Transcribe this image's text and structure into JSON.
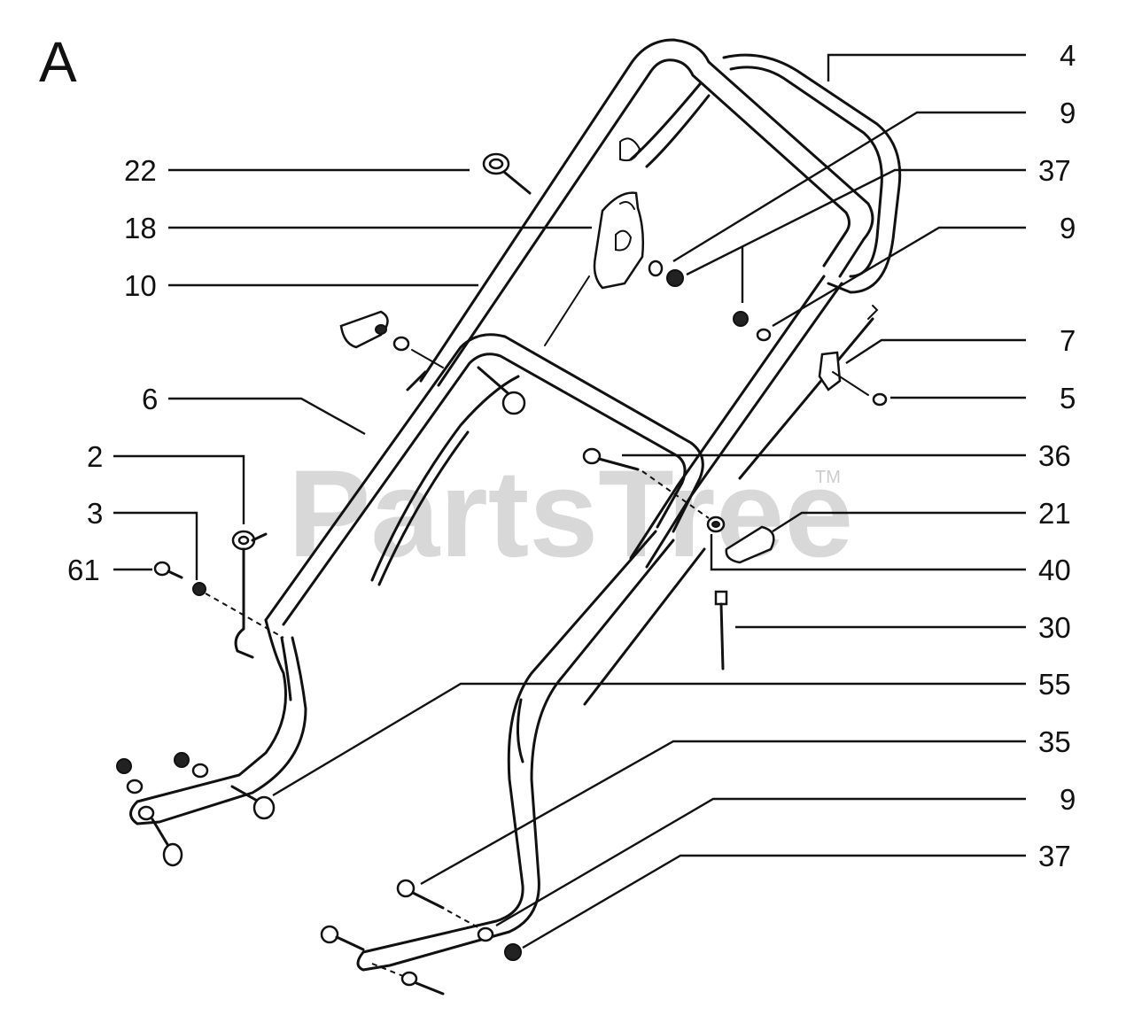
{
  "section_label": "A",
  "watermark": {
    "text": "PartsTree",
    "mark": "TM"
  },
  "callouts": {
    "right": [
      "4",
      "9",
      "37",
      "9",
      "7",
      "5",
      "36",
      "21",
      "40",
      "30",
      "55",
      "35",
      "9",
      "37"
    ],
    "left": [
      "22",
      "18",
      "10",
      "6",
      "2",
      "3",
      "61"
    ]
  }
}
